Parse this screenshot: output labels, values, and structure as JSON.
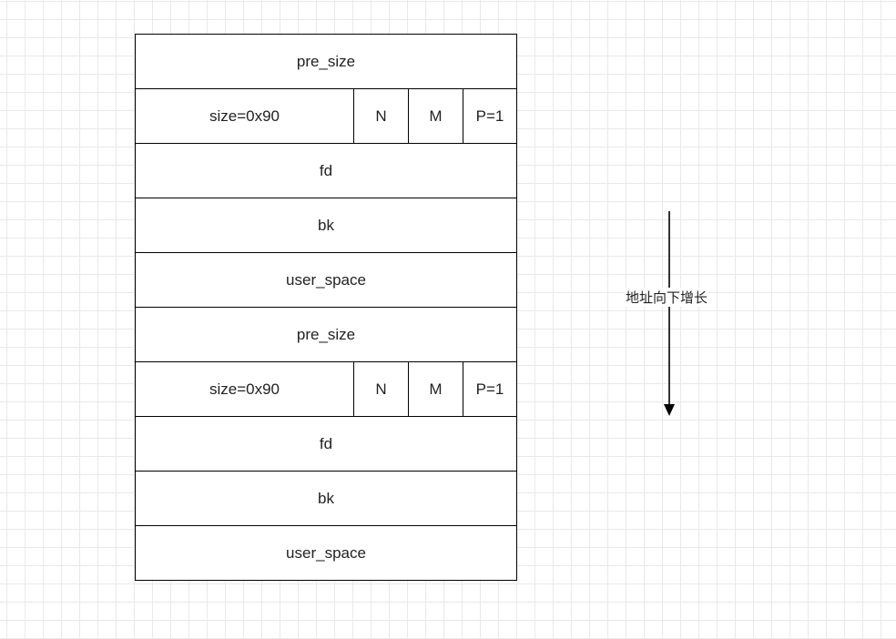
{
  "chunks": [
    {
      "pre_size": "pre_size",
      "size": "size=0x90",
      "flag_n": "N",
      "flag_m": "M",
      "flag_p": "P=1",
      "fd": "fd",
      "bk": "bk",
      "user_space": "user_space"
    },
    {
      "pre_size": "pre_size",
      "size": "size=0x90",
      "flag_n": "N",
      "flag_m": "M",
      "flag_p": "P=1",
      "fd": "fd",
      "bk": "bk",
      "user_space": "user_space"
    }
  ],
  "arrow": {
    "label": "地址向下增长",
    "direction": "down"
  },
  "colors": {
    "line": "#000000",
    "grid": "#e9e9e9",
    "background": "#ffffff"
  }
}
